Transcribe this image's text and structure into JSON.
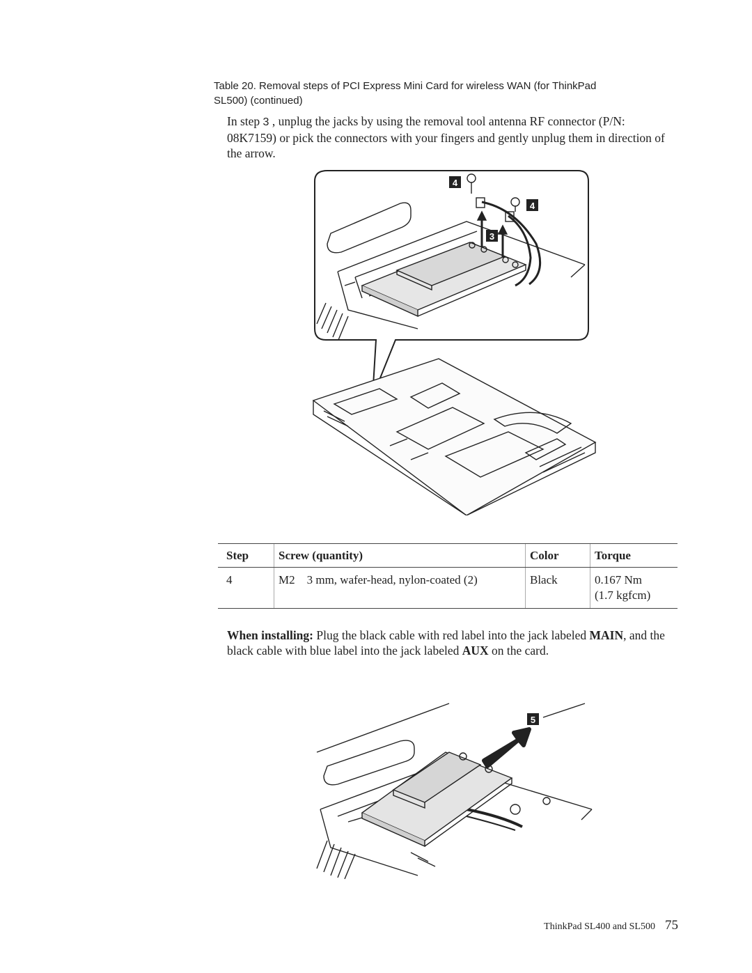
{
  "caption": {
    "line1": "Table 20. Removal steps of PCI Express Mini Card for wireless WAN (for ThinkPad",
    "line2": "SL500)  (continued)"
  },
  "intro": {
    "before_step": "In step ",
    "step_number": "3",
    "after_step": " , unplug the jacks by using the removal tool antenna RF connector (P/N: 08K7159) or pick the connectors with your fingers and gently unplug them in direction of the arrow."
  },
  "figure1": {
    "callouts": [
      "4",
      "4",
      "3"
    ]
  },
  "screw_table": {
    "headers": [
      "Step",
      "Screw (quantity)",
      "Color",
      "Torque"
    ],
    "rows": [
      {
        "step": "4",
        "screw": "M2    3 mm, wafer-head, nylon-coated (2)",
        "color": "Black",
        "torque_line1": "0.167 Nm",
        "torque_line2": "(1.7 kgfcm)"
      }
    ]
  },
  "install_note": {
    "lead": "When installing:",
    "text1": " Plug the black cable with red label into the jack labeled ",
    "main_label": "MAIN",
    "text2": ", and the black cable with blue label into the jack labeled ",
    "aux_label": "AUX",
    "text3": " on the card."
  },
  "figure2": {
    "callouts": [
      "5"
    ]
  },
  "footer": {
    "title": "ThinkPad SL400 and SL500",
    "page_number": "75"
  }
}
